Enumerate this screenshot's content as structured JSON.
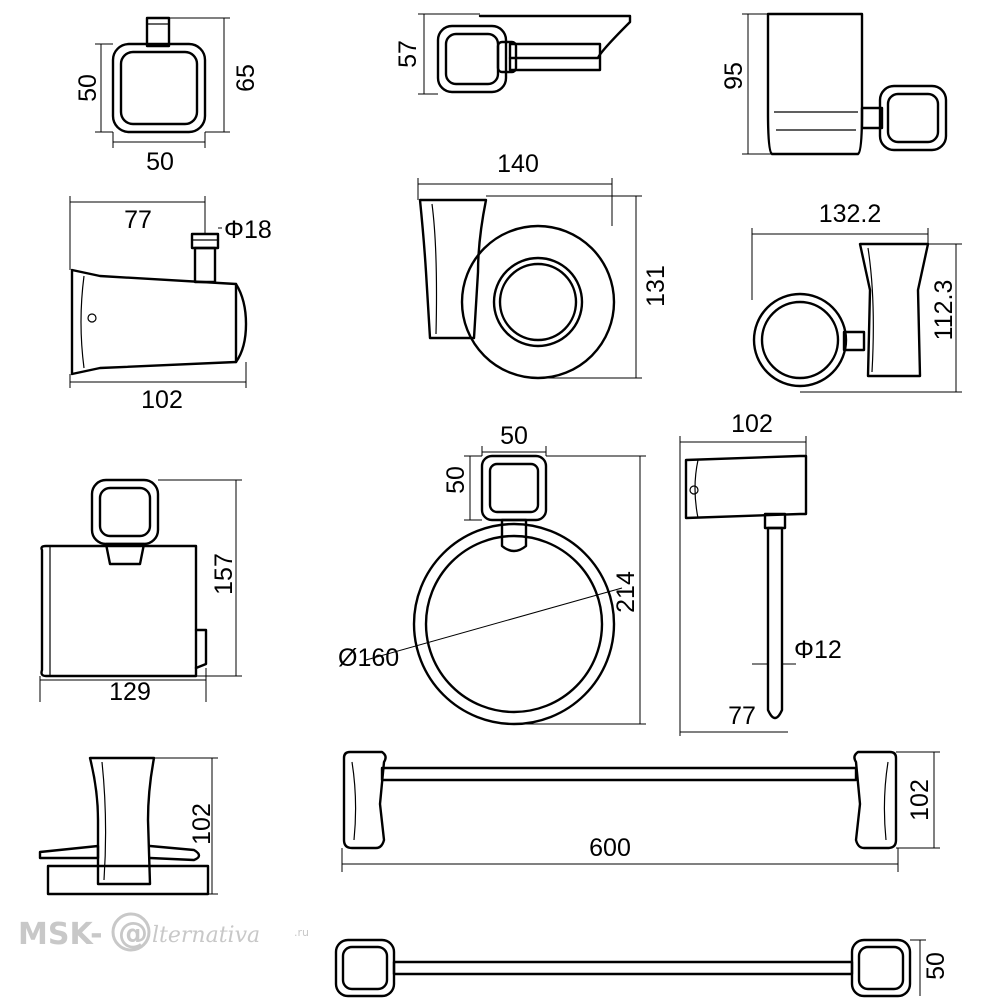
{
  "dimensions": {
    "hook_square_height": "50",
    "hook_square_total_height": "65",
    "hook_square_width": "50",
    "soap_dish_height": "57",
    "tumbler_height": "95",
    "robe_hook_length": "77",
    "robe_hook_diameter": "Φ18",
    "robe_hook_total_length": "102",
    "glass_holder_width": "140",
    "glass_holder_height": "131",
    "tumbler_ring_width": "132.2",
    "tumbler_ring_height": "112.3",
    "towel_ring_width": "50",
    "towel_ring_square_height": "50",
    "towel_ring_height": "214",
    "towel_ring_diameter": "Ø160",
    "towel_arm_length": "102",
    "towel_arm_diameter": "Φ12",
    "towel_arm_depth": "77",
    "paper_holder_height": "157",
    "paper_holder_width": "129",
    "brush_holder_height": "102",
    "towel_bar_length": "600",
    "towel_bar_height": "102",
    "towel_bar_top_height": "50"
  },
  "watermark": {
    "prefix": "MSK-",
    "at": "@",
    "suffix": "lternativa",
    "tld": ".ru"
  }
}
